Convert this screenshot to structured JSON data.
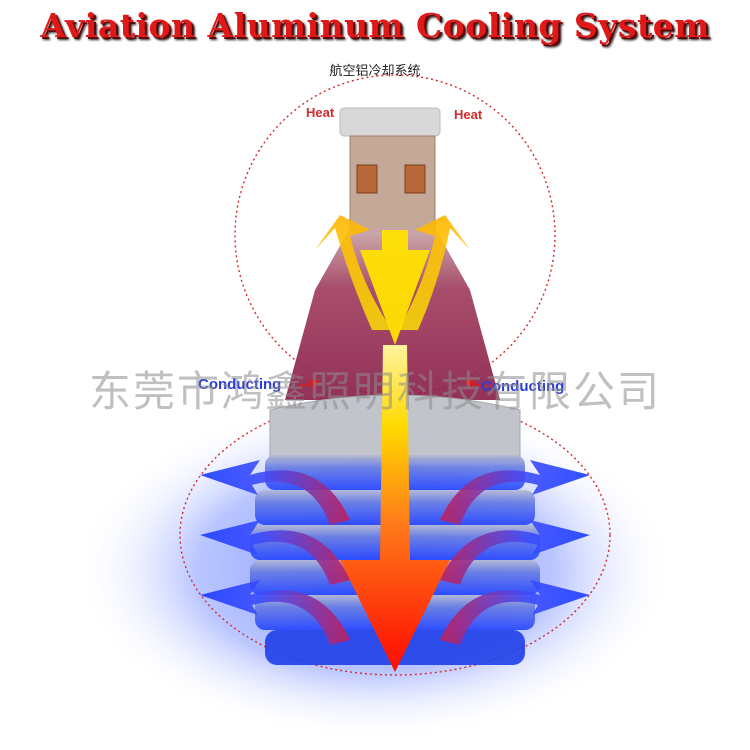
{
  "title": "Aviation Aluminum Cooling System",
  "subtitle": "航空铝冷却系统",
  "labels": {
    "heat_left": "Heat",
    "heat_right": "Heat",
    "conducting_left": "Conducting",
    "conducting_right": "Conducting"
  },
  "watermark": "东莞市鸿鑫照明科技有限公司",
  "colors": {
    "title": "#e11818",
    "heat_label": "#d42a2a",
    "conducting_label": "#2b3fd6",
    "heat_arrow_yellow": "#ffe600",
    "heat_arrow_red": "#ff1a00",
    "cooling_blue": "#1a3cff",
    "bulb_body": "#8a2a4a"
  }
}
